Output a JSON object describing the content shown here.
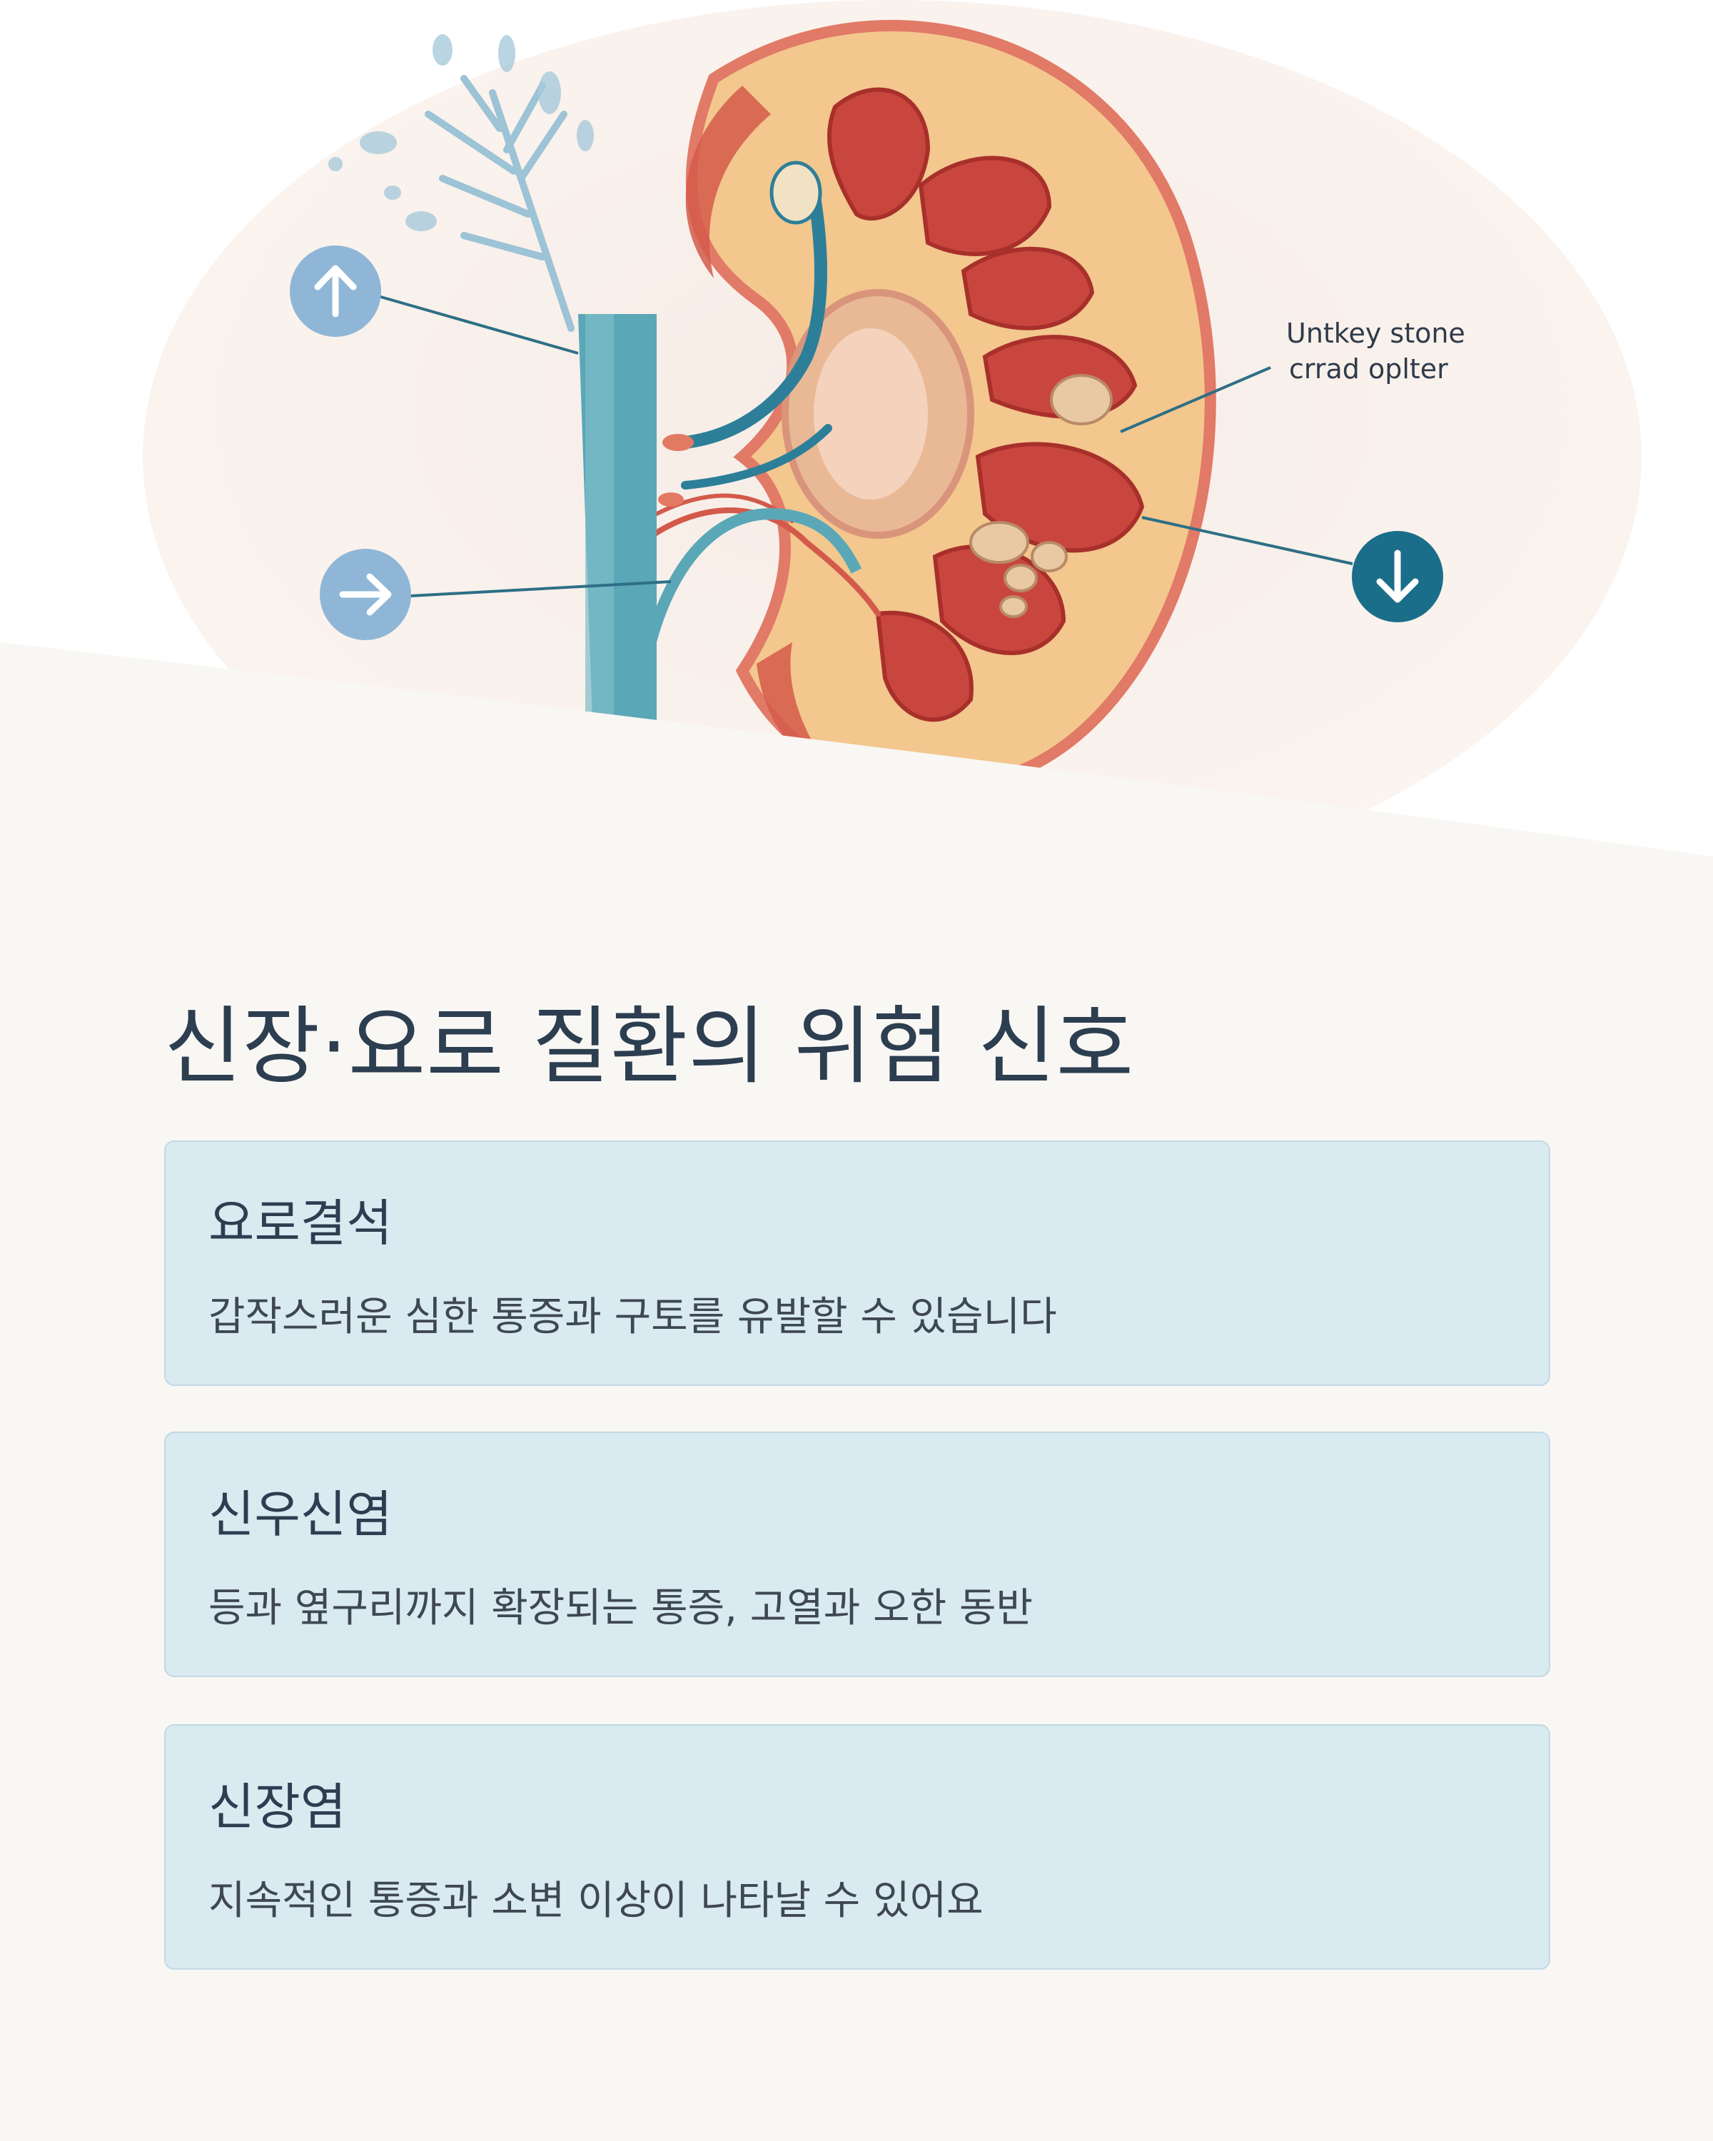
{
  "illustration": {
    "stone_label_line1": "Untkey stone",
    "stone_label_line2": "crrad oplter",
    "icons": [
      "arrow-up-icon",
      "arrow-right-icon",
      "arrow-down-icon"
    ]
  },
  "title": "신장·요로 질환의 위험 신호",
  "cards": [
    {
      "title": "요로결석",
      "desc": "갑작스러운 심한 통증과 구토를 유발할 수 있습니다"
    },
    {
      "title": "신우신염",
      "desc": "등과 옆구리까지 확장되는 통증, 고열과 오한 동반"
    },
    {
      "title": "신장염",
      "desc": "지속적인 통증과 소변 이상이 나타날 수 있어요"
    }
  ],
  "colors": {
    "background": "#f9f7f4",
    "card_bg": "#d9eaf1",
    "title_text": "#2c3e50",
    "light_blue_icon": "#8fb6d6",
    "dark_teal_icon": "#1a6e8a",
    "kidney_red": "#c9463f",
    "kidney_cortex": "#f3c78e"
  }
}
